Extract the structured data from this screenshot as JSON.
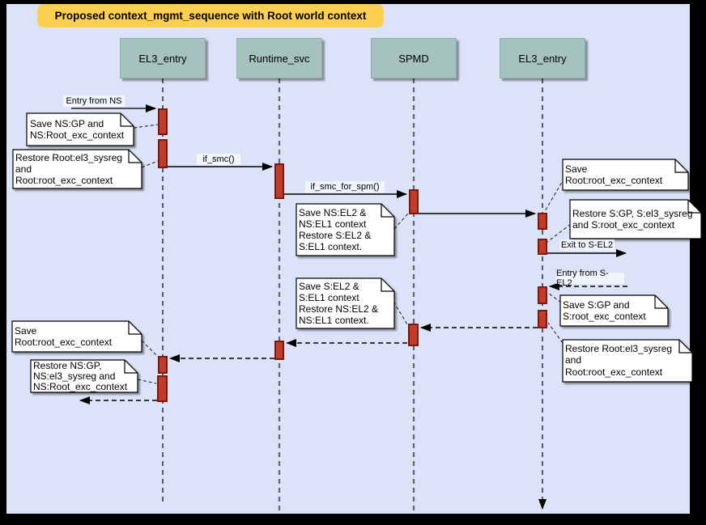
{
  "diagram": {
    "title": "Proposed context_mgmt_sequence with Root world context",
    "actors": [
      {
        "label": "EL3_entry"
      },
      {
        "label": "Runtime_svc"
      },
      {
        "label": "SPMD"
      },
      {
        "label": "EL3_entry"
      }
    ],
    "messages": [
      {
        "label": "Entry from NS",
        "from": "NS (external)",
        "to": "EL3_entry",
        "style": "solid"
      },
      {
        "label": "if_smc()",
        "from": "EL3_entry",
        "to": "Runtime_svc",
        "style": "solid"
      },
      {
        "label": "if_smc_for_spm()",
        "from": "Runtime_svc",
        "to": "SPMD",
        "style": "solid"
      },
      {
        "label": "",
        "from": "SPMD",
        "to": "EL3_entry (secure)",
        "style": "solid"
      },
      {
        "label": "Exit to S-EL2",
        "from": "EL3_entry (secure)",
        "to": "S-EL2 (external)",
        "style": "solid"
      },
      {
        "label": "Entry from S-EL2",
        "from": "S-EL2 (external)",
        "to": "EL3_entry (secure)",
        "style": "dashed"
      },
      {
        "label": "",
        "from": "EL3_entry (secure)",
        "to": "SPMD",
        "style": "dashed-return"
      },
      {
        "label": "",
        "from": "SPMD",
        "to": "Runtime_svc",
        "style": "dashed-return"
      },
      {
        "label": "",
        "from": "Runtime_svc",
        "to": "EL3_entry",
        "style": "dashed-return"
      },
      {
        "label": "",
        "from": "EL3_entry",
        "to": "NS (external)",
        "style": "dashed-return"
      }
    ],
    "notes": [
      {
        "text": "Save NS:GP and\nNS:Root_exc_context",
        "attached_to": "EL3_entry"
      },
      {
        "text": "Restore Root:el3_sysreg\nand\nRoot:root_exc_context",
        "attached_to": "EL3_entry"
      },
      {
        "text": "Save NS:EL2 &\nNS:EL1 context\nRestore S:EL2 &\nS:EL1 context.",
        "attached_to": "SPMD"
      },
      {
        "text": "Save Root:root_exc_context",
        "attached_to": "EL3_entry (secure)"
      },
      {
        "text": "Restore S:GP, S:el3_sysreg\nand S:root_exc_context",
        "attached_to": "EL3_entry (secure)"
      },
      {
        "text": "Save S:GP and\nS:root_exc_context",
        "attached_to": "EL3_entry (secure)"
      },
      {
        "text": "Restore Root:el3_sysreg\nand\nRoot:root_exc_context",
        "attached_to": "EL3_entry (secure)"
      },
      {
        "text": "Save S:EL2 &\nS:EL1 context\nRestore NS:EL2 &\nNS:EL1 context.",
        "attached_to": "SPMD"
      },
      {
        "text": "Save Root:root_exc_context",
        "attached_to": "EL3_entry"
      },
      {
        "text": "Restore NS:GP,\nNS:el3_sysreg and\nNS:Root_exc_context",
        "attached_to": "EL3_entry"
      }
    ],
    "colors": {
      "background": "#DCE3F8",
      "frame": "#000000",
      "title_fill": "#FBCF4F",
      "actor_fill": "#A6C2BE",
      "activation_fill": "#C23A28",
      "activation_border": "#7A1A0F",
      "note_fill": "#FFFFFF"
    }
  }
}
